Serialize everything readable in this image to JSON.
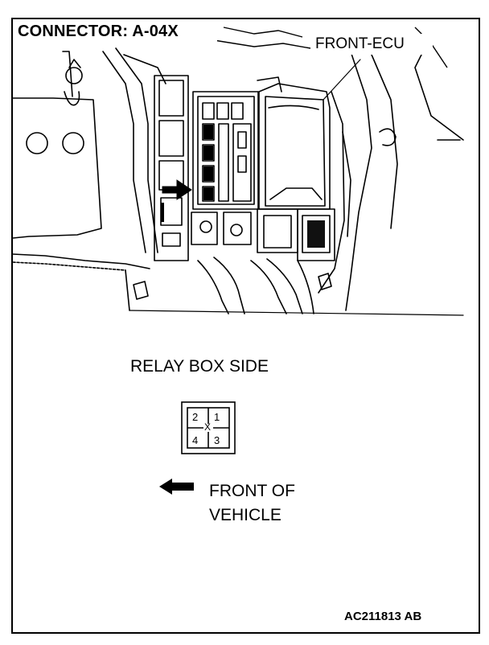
{
  "title": "CONNECTOR: A-04X",
  "callout_label": "FRONT-ECU",
  "view_label": "RELAY BOX SIDE",
  "connector_pins": {
    "top_left": "2",
    "top_right": "1",
    "bottom_left": "4",
    "bottom_right": "3",
    "center_mark": "X"
  },
  "orientation": {
    "line1": "FRONT OF",
    "line2": "VEHICLE"
  },
  "figure_code": "AC211813 AB"
}
